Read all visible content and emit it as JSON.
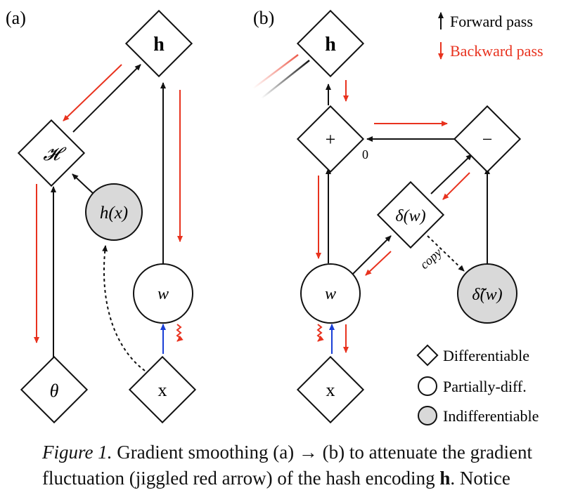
{
  "panels": {
    "a": {
      "label": "(a)",
      "nodes": {
        "h": {
          "label": "h",
          "kind": "Differentiable"
        },
        "H": {
          "label": "𝓗",
          "kind": "Differentiable"
        },
        "hx": {
          "label": "h(x)",
          "kind": "Indifferentiable"
        },
        "w": {
          "label": "w",
          "kind": "Partially-diff."
        },
        "theta": {
          "label": "θ",
          "kind": "Differentiable"
        },
        "x": {
          "label": "x",
          "kind": "Differentiable"
        }
      }
    },
    "b": {
      "label": "(b)",
      "nodes": {
        "h": {
          "label": "h",
          "kind": "Differentiable"
        },
        "plus": {
          "label": "+",
          "kind": "Differentiable"
        },
        "minus": {
          "label": "−",
          "kind": "Differentiable"
        },
        "delta": {
          "label": "δ(w)",
          "kind": "Differentiable"
        },
        "delta_tilde": {
          "label": "δ̃(w)",
          "kind": "Indifferentiable"
        },
        "w": {
          "label": "w",
          "kind": "Partially-diff."
        },
        "x": {
          "label": "x",
          "kind": "Differentiable"
        }
      },
      "edge_labels": {
        "zero": "0",
        "copy": "copy"
      }
    }
  },
  "legend": {
    "forward": "Forward pass",
    "backward": "Backward pass",
    "differentiable": "Differentiable",
    "partially": "Partially-diff.",
    "indifferentiable": "Indifferentiable"
  },
  "colors": {
    "forward": "#111111",
    "backward": "#e8321e",
    "input": "#1a3fd6",
    "node_fill_gray": "#d9d9d9",
    "node_stroke": "#111111"
  },
  "caption": {
    "line1_prefix": "Figure 1.",
    "line1_text": " Gradient smoothing (a) → (b) to attenuate the gradient",
    "line2_text": "fluctuation (jiggled red arrow) of the hash encoding ",
    "line2_bold": "h",
    "line2_suffix": ".  Notice"
  }
}
